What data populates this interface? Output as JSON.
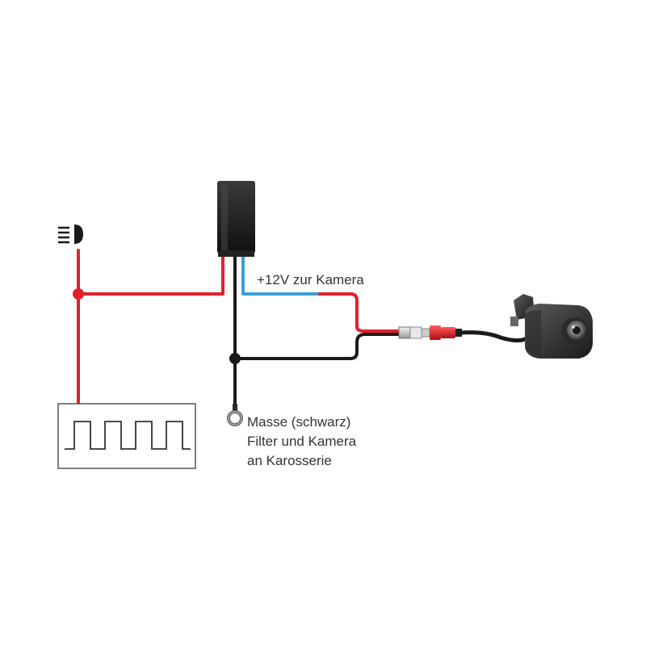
{
  "labels": {
    "camera_supply": "+12V zur Kamera",
    "ground_line1": "Masse (schwarz)",
    "ground_line2": "Filter und Kamera",
    "ground_line3": "an Karosserie"
  },
  "icons": {
    "light": "headlight-icon",
    "signal": "square-wave-signal-icon",
    "filter": "filter-box",
    "camera": "camera-icon",
    "ground": "ring-terminal-icon"
  },
  "colors": {
    "positive_wire": "#e2202b",
    "signal_wire": "#3aa0d8",
    "ground_wire": "#1a1a1a",
    "text": "#333333",
    "box_outline": "#555555"
  }
}
